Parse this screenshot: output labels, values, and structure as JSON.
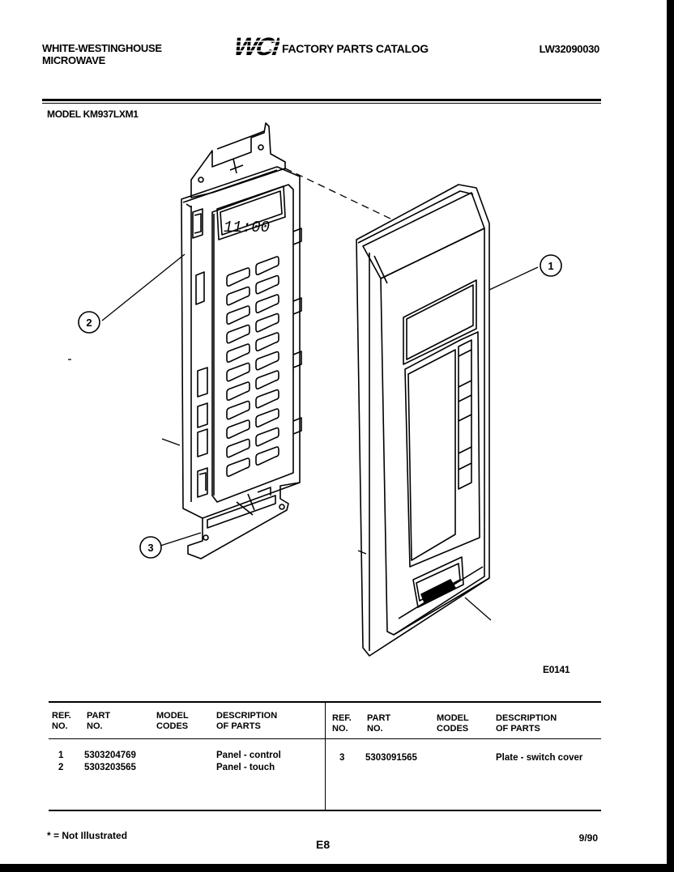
{
  "header": {
    "brand_line1": "WHITE-WESTINGHOUSE",
    "brand_line2": "MICROWAVE",
    "logo_text": "WCI",
    "catalog_title": "FACTORY PARTS CATALOG",
    "catalog_number": "LW32090030",
    "model_label": "MODEL KM937LXM1"
  },
  "diagram": {
    "figure_code": "E0141",
    "display_digits": "11:00",
    "callouts": [
      "1",
      "2",
      "3"
    ]
  },
  "table": {
    "headers": {
      "ref": [
        "REF.",
        "NO."
      ],
      "part": [
        "PART",
        "NO."
      ],
      "model": [
        "MODEL",
        "CODES"
      ],
      "desc": [
        "DESCRIPTION",
        "OF PARTS"
      ]
    },
    "left_rows": [
      {
        "ref": "1",
        "part": "5303204769",
        "model": "",
        "desc": "Panel - control"
      },
      {
        "ref": "2",
        "part": "5303203565",
        "model": "",
        "desc": "Panel - touch"
      }
    ],
    "right_rows": [
      {
        "ref": "3",
        "part": "5303091565",
        "model": "",
        "desc": "Plate - switch cover"
      }
    ]
  },
  "footer": {
    "note": "* = Not Illustrated",
    "page": "E8",
    "date": "9/90"
  }
}
